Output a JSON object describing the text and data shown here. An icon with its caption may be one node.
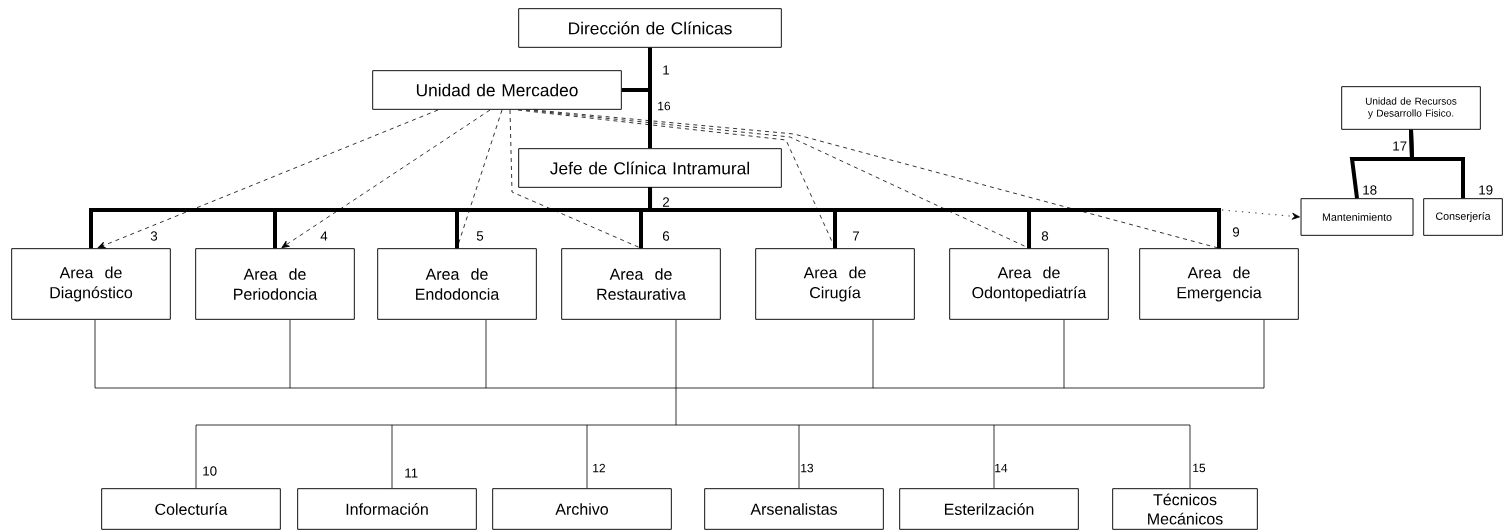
{
  "diagram": {
    "nodes": [
      {
        "text": [
          "Dirección de Clínicas"
        ]
      },
      {
        "text": [
          "Unidad de Mercadeo"
        ]
      },
      {
        "text": [
          "Jefe de Clínica Intramural"
        ]
      },
      {
        "text": [
          "Area de Diagnóstico"
        ]
      },
      {
        "text": [
          "Area de Periodoncia"
        ]
      },
      {
        "text": [
          "Area de Endodoncia"
        ]
      },
      {
        "text": [
          "Area de Restaurativa"
        ]
      },
      {
        "text": [
          "Area de Cirugía"
        ]
      },
      {
        "text": [
          "Area de Odontopediatría"
        ]
      },
      {
        "text": [
          "Area de Emergencia"
        ]
      },
      {
        "text": [
          "Colecturía"
        ]
      },
      {
        "text": [
          "Información"
        ]
      },
      {
        "text": [
          "Archivo"
        ]
      },
      {
        "text": [
          "Arsenalistas"
        ]
      },
      {
        "text": [
          "Esterilzación"
        ]
      },
      {
        "text": [
          "Técnicos Mecánicos"
        ]
      },
      {
        "text": [
          "Unidad de Recursos y Desarrollo Fisico."
        ]
      },
      {
        "text": [
          "Mantenimiento"
        ]
      },
      {
        "text": [
          "Conserjería"
        ]
      }
    ],
    "edges": [
      {
        "from": 0,
        "to": 2,
        "arrow": "none",
        "style": "thick"
      },
      {
        "from": 0,
        "to": 1,
        "arrow": "none",
        "style": "thick"
      },
      {
        "from": 2,
        "to": 3,
        "arrow": "none",
        "style": "thick"
      },
      {
        "from": 2,
        "to": 4,
        "arrow": "none",
        "style": "thick"
      },
      {
        "from": 2,
        "to": 5,
        "arrow": "none",
        "style": "thick"
      },
      {
        "from": 2,
        "to": 6,
        "arrow": "none",
        "style": "thick"
      },
      {
        "from": 2,
        "to": 7,
        "arrow": "none",
        "style": "thick"
      },
      {
        "from": 2,
        "to": 8,
        "arrow": "none",
        "style": "thick"
      },
      {
        "from": 2,
        "to": 9,
        "arrow": "none",
        "style": "thick"
      },
      {
        "from": 1,
        "to": 3,
        "arrow": "to",
        "style": "dashed"
      },
      {
        "from": 1,
        "to": 4,
        "arrow": "to",
        "style": "dashed"
      },
      {
        "from": 1,
        "to": 5,
        "arrow": "none",
        "style": "dashed"
      },
      {
        "from": 1,
        "to": 6,
        "arrow": "none",
        "style": "dashed"
      },
      {
        "from": 1,
        "to": 7,
        "arrow": "none",
        "style": "dashed"
      },
      {
        "from": 1,
        "to": 8,
        "arrow": "none",
        "style": "dashed"
      },
      {
        "from": 1,
        "to": 9,
        "arrow": "none",
        "style": "dashed"
      },
      {
        "from": null,
        "to": 17,
        "arrow": "to",
        "style": "dashed"
      },
      {
        "from": 16,
        "to": 17,
        "arrow": "none",
        "style": "thick"
      },
      {
        "from": 16,
        "to": 18,
        "arrow": "none",
        "style": "thick"
      },
      {
        "from": 3,
        "to": 10,
        "arrow": "none"
      },
      {
        "from": 3,
        "to": 11,
        "arrow": "none"
      },
      {
        "from": 3,
        "to": 12,
        "arrow": "none"
      },
      {
        "from": 3,
        "to": 13,
        "arrow": "none"
      },
      {
        "from": 3,
        "to": 14,
        "arrow": "none"
      },
      {
        "from": 3,
        "to": 15,
        "arrow": "none"
      },
      {
        "from": 4,
        "to": 10,
        "arrow": "none"
      },
      {
        "from": 4,
        "to": 11,
        "arrow": "none"
      },
      {
        "from": 4,
        "to": 12,
        "arrow": "none"
      },
      {
        "from": 4,
        "to": 13,
        "arrow": "none"
      },
      {
        "from": 4,
        "to": 14,
        "arrow": "none"
      },
      {
        "from": 4,
        "to": 15,
        "arrow": "none"
      },
      {
        "from": 5,
        "to": 10,
        "arrow": "none"
      },
      {
        "from": 5,
        "to": 11,
        "arrow": "none"
      },
      {
        "from": 5,
        "to": 12,
        "arrow": "none"
      },
      {
        "from": 5,
        "to": 13,
        "arrow": "none"
      },
      {
        "from": 5,
        "to": 14,
        "arrow": "none"
      },
      {
        "from": 5,
        "to": 15,
        "arrow": "none"
      },
      {
        "from": 6,
        "to": 10,
        "arrow": "none"
      },
      {
        "from": 6,
        "to": 11,
        "arrow": "none"
      },
      {
        "from": 6,
        "to": 12,
        "arrow": "none"
      },
      {
        "from": 6,
        "to": 13,
        "arrow": "none"
      },
      {
        "from": 6,
        "to": 14,
        "arrow": "none"
      },
      {
        "from": 6,
        "to": 15,
        "arrow": "none"
      },
      {
        "from": 7,
        "to": 10,
        "arrow": "none"
      },
      {
        "from": 7,
        "to": 11,
        "arrow": "none"
      },
      {
        "from": 7,
        "to": 12,
        "arrow": "none"
      },
      {
        "from": 7,
        "to": 13,
        "arrow": "none"
      },
      {
        "from": 7,
        "to": 14,
        "arrow": "none"
      },
      {
        "from": 7,
        "to": 15,
        "arrow": "none"
      },
      {
        "from": 8,
        "to": 10,
        "arrow": "none"
      },
      {
        "from": 8,
        "to": 11,
        "arrow": "none"
      },
      {
        "from": 8,
        "to": 12,
        "arrow": "none"
      },
      {
        "from": 8,
        "to": 13,
        "arrow": "none"
      },
      {
        "from": 8,
        "to": 14,
        "arrow": "none"
      },
      {
        "from": 8,
        "to": 15,
        "arrow": "none"
      },
      {
        "from": 9,
        "to": 10,
        "arrow": "none"
      },
      {
        "from": 9,
        "to": 11,
        "arrow": "none"
      },
      {
        "from": 9,
        "to": 12,
        "arrow": "none"
      },
      {
        "from": 9,
        "to": 13,
        "arrow": "none"
      },
      {
        "from": 9,
        "to": 14,
        "arrow": "none"
      },
      {
        "from": 9,
        "to": 15,
        "arrow": "none"
      }
    ],
    "labels": [
      "1",
      "16",
      "17",
      "18",
      "19",
      "2",
      "3",
      "4",
      "5",
      "6",
      "7",
      "8",
      "9",
      "10",
      "11",
      "12",
      "13",
      "14",
      "15"
    ]
  }
}
